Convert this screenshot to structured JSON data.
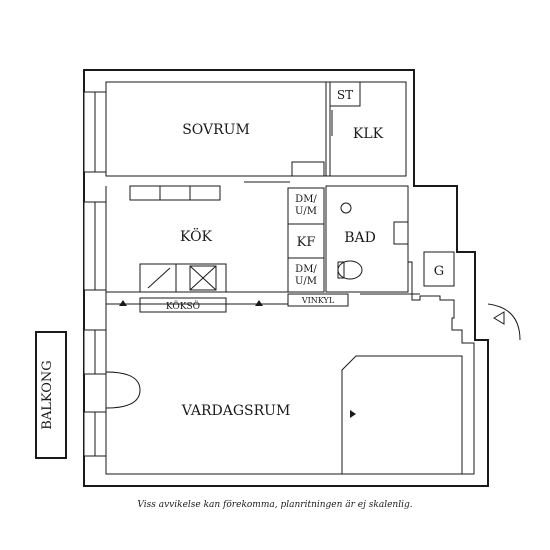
{
  "rooms": {
    "sovrum": "SOVRUM",
    "klk": "KLK",
    "st": "ST",
    "kok": "KÖK",
    "dm_um_top": "DM/\nU/M",
    "kf": "KF",
    "dm_um_bottom": "DM/\nU/M",
    "bad": "BAD",
    "g": "G",
    "kokso": "KÖKSÖ",
    "vinkyl": "VINKYL",
    "vardagsrum": "VARDAGSRUM",
    "balkong": "BALKONG"
  },
  "caption": "Viss avvikelse kan förekomma, planritningen är ej skalenlig."
}
